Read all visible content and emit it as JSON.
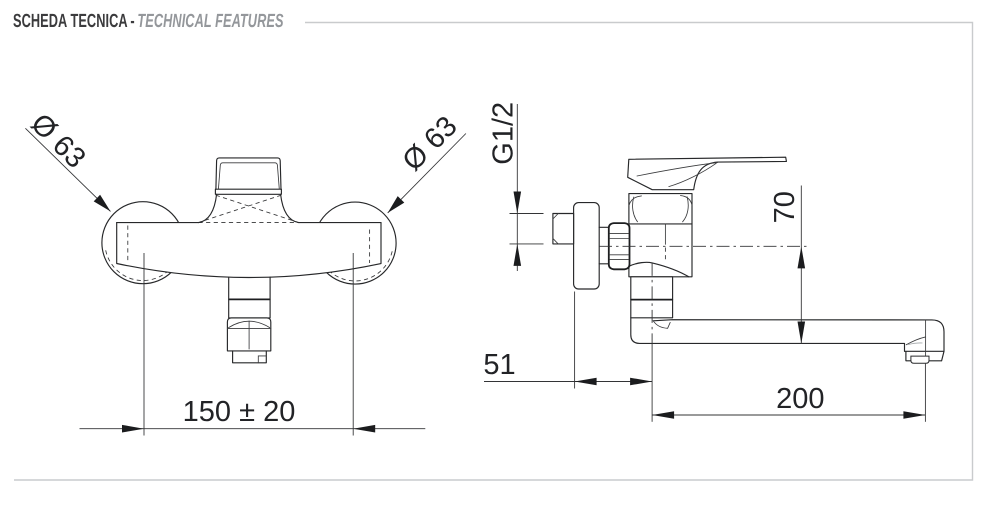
{
  "header": {
    "title_it": "SCHEDA TECNICA",
    "separator": "-",
    "title_en": "TECHNICAL FEATURES"
  },
  "drawing": {
    "product": "wall-mounted single-lever mixer tap, front and side technical views",
    "front_view": {
      "diameter_left": "Ø 63",
      "diameter_right": "Ø 63",
      "center_distance": "150 ± 20"
    },
    "side_view": {
      "thread": "G1/2",
      "wall_offset": "51",
      "spout_height": "70",
      "spout_length": "200"
    }
  }
}
